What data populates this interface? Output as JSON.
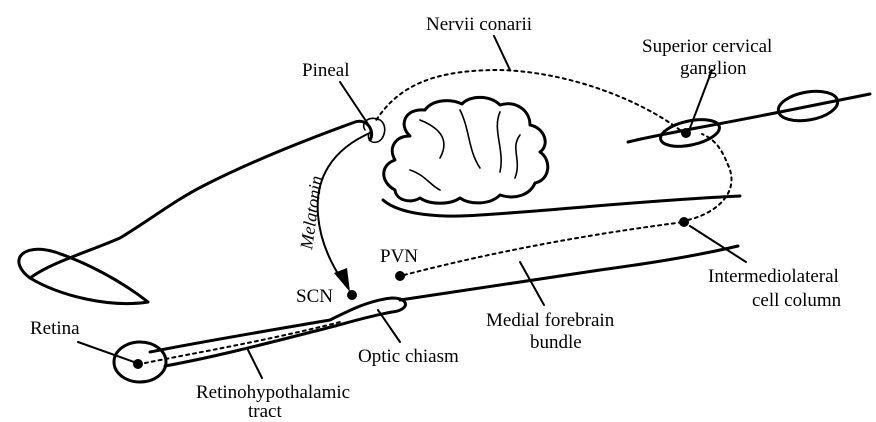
{
  "labels": {
    "nervii_conarii": "Nervii conarii",
    "pineal": "Pineal",
    "superior_cervical_ganglion_line1": "Superior cervical",
    "superior_cervical_ganglion_line2": "ganglion",
    "melatonin": "Melatonin",
    "pvn": "PVN",
    "scn": "SCN",
    "intermediolateral_line1": "Intermediolateral",
    "intermediolateral_line2": "cell column",
    "medial_forebrain_line1": "Medial forebrain",
    "medial_forebrain_line2": "bundle",
    "retina": "Retina",
    "optic_chiasm": "Optic chiasm",
    "rht_line1": "Retinohypothalamic",
    "rht_line2": "tract"
  }
}
